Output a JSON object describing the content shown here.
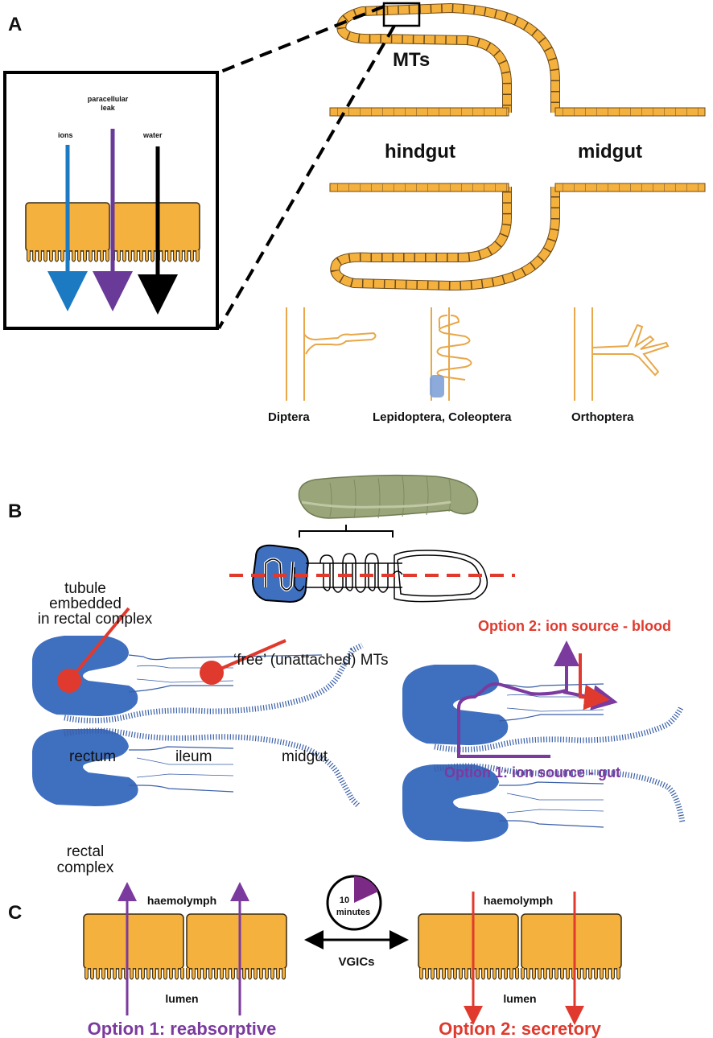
{
  "panels": {
    "a": {
      "letter": "A",
      "inset": {
        "paracellular_line1": "paracellular",
        "paracellular_line2": "leak",
        "ions": "ions",
        "water": "water"
      },
      "labels": {
        "mts": "MTs",
        "hindgut": "hindgut",
        "midgut": "midgut"
      },
      "orders": {
        "diptera": "Diptera",
        "lepidoptera": "Lepidoptera, Coleoptera",
        "orthoptera": "Orthoptera"
      }
    },
    "b": {
      "letter": "B",
      "labels": {
        "tubule_line1": "tubule",
        "tubule_line2": "embedded",
        "tubule_line3": "in rectal complex",
        "free_mts": "‘free’ (unattached) MTs",
        "rectum": "rectum",
        "ileum": "ileum",
        "midgut": "midgut",
        "rectal_line1": "rectal",
        "rectal_line2": "complex",
        "option2_blood": "Option 2: ion source - blood",
        "option1_gut": "Option 1: ion source - gut"
      }
    },
    "c": {
      "letter": "C",
      "labels": {
        "haemolymph_left": "haemolymph",
        "lumen_left": "lumen",
        "timer_line1": "10",
        "timer_line2": "minutes",
        "vgics": "VGICs",
        "haemolymph_right": "haemolymph",
        "lumen_right": "lumen",
        "option1": "Option 1: reabsorptive",
        "option2": "Option 2: secretory"
      }
    }
  },
  "colors": {
    "cell": "#f5b13d",
    "rectal": "#3f6fbf",
    "ions": "#1b7ac2",
    "leak": "#6a3a99",
    "water": "#000000",
    "option1": "#7b3a9e",
    "option2": "#e03a2e",
    "larva": "#9aa67a"
  }
}
